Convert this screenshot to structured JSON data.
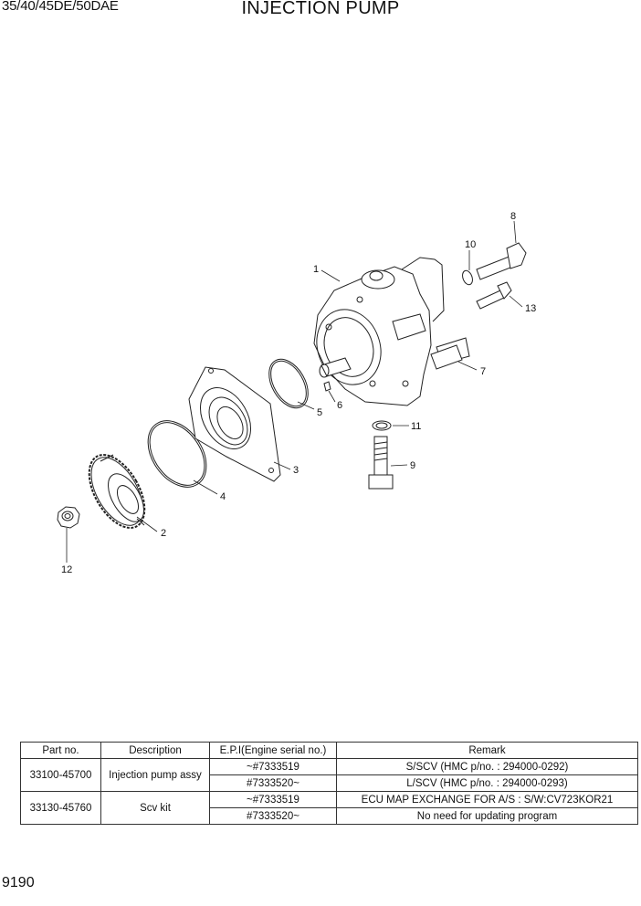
{
  "header": {
    "model": "35/40/45DE/50DAE",
    "title": "INJECTION PUMP"
  },
  "callouts": [
    "1",
    "2",
    "3",
    "4",
    "5",
    "6",
    "7",
    "8",
    "9",
    "10",
    "11",
    "12",
    "13"
  ],
  "table": {
    "headers": [
      "Part no.",
      "Description",
      "E.P.I(Engine serial no.)",
      "Remark"
    ],
    "groups": [
      {
        "part_no": "33100-45700",
        "description": "Injection pump assy",
        "rows": [
          {
            "epi": "~#7333519",
            "remark": "S/SCV (HMC p/no. : 294000-0292)"
          },
          {
            "epi": "#7333520~",
            "remark": "L/SCV (HMC p/no. : 294000-0293)"
          }
        ]
      },
      {
        "part_no": "33130-45760",
        "description": "Scv kit",
        "rows": [
          {
            "epi": "~#7333519",
            "remark": "ECU MAP EXCHANGE FOR A/S : S/W:CV723KOR21"
          },
          {
            "epi": "#7333520~",
            "remark": "No need for updating program"
          }
        ]
      }
    ]
  },
  "footer": {
    "page_number": "9190"
  }
}
